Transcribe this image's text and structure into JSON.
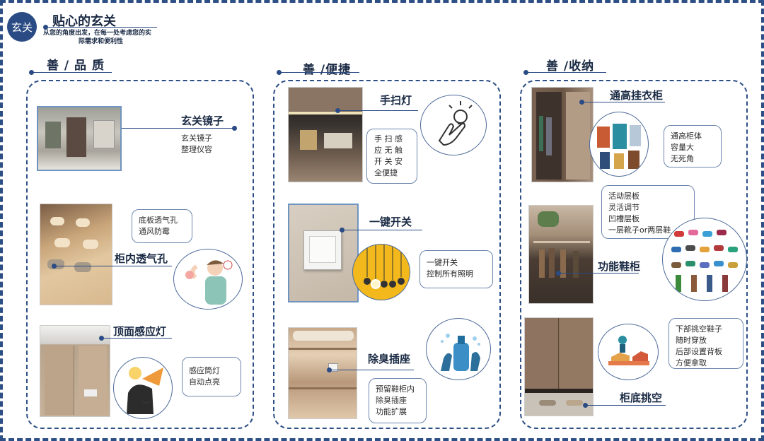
{
  "badge": "玄关",
  "header": {
    "title": "贴心的玄关",
    "sub1": "从您的角度出发，在每一处考虑您的实",
    "sub2": "际需求和便利性"
  },
  "columns": [
    {
      "title": "善 / 品 质"
    },
    {
      "title": "善 /便捷"
    },
    {
      "title": "善 /收纳"
    }
  ],
  "items": {
    "mirror": {
      "label": "玄关镜子",
      "desc1": "玄关镜子",
      "desc2": "整理仪容"
    },
    "vent": {
      "label": "柜内透气孔",
      "desc1": "底板透气孔",
      "desc2": "通风防霉"
    },
    "light": {
      "label": "顶面感应灯",
      "desc1": "感应筒灯",
      "desc2": "自动点亮"
    },
    "handlamp": {
      "label": "手扫灯",
      "d1": "手 扫 感",
      "d2": "应 无 触",
      "d3": "开 关 安",
      "d4": "全便捷"
    },
    "switch": {
      "label": "一键开关",
      "desc1": "一键开关",
      "desc2": "控制所有照明"
    },
    "socket": {
      "label": "除臭插座",
      "desc1": "预留鞋柜内",
      "desc2": "除臭插座",
      "desc3": "功能扩展"
    },
    "wardrobe": {
      "label": "通高挂衣柜",
      "desc1": "通高柜体",
      "desc2": "容量大",
      "desc3": "无死角"
    },
    "shoe": {
      "label": "功能鞋柜",
      "desc1": "活动层板",
      "desc2": "灵活调节",
      "desc3": "凹槽层板",
      "desc4": "一层靴子or两层鞋"
    },
    "bottom": {
      "label": "柜底挑空",
      "desc1": "下部挑空鞋子",
      "desc2": "随时穿放",
      "desc3": "后部设置背板",
      "desc4": "方便拿取"
    }
  },
  "colors": {
    "accent": "#2a4b84",
    "dash": "#2d4f86",
    "wood": "#b79a78",
    "wood_dark": "#6e5847"
  },
  "icons": [
    "hand-wave-icon",
    "lightbulb-row-icon",
    "deodorant-spray-icon",
    "clothes-icon",
    "shoes-icon",
    "shoe-rack-icon",
    "sneeze-illustration-icon",
    "motion-light-illustration-icon"
  ]
}
